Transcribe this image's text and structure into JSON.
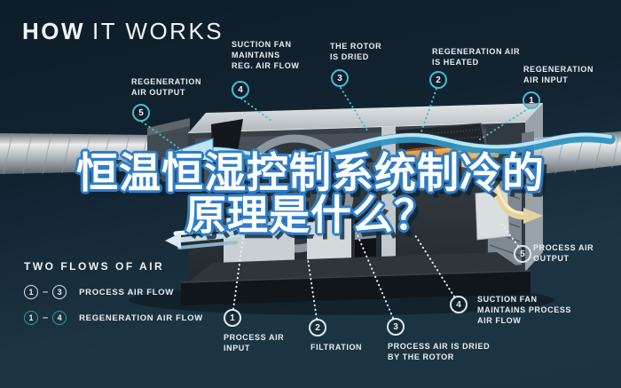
{
  "title": {
    "bold": "HOW",
    "light": "IT WORKS"
  },
  "overlay": {
    "line1": "恒温恒湿控制系统制冷的",
    "line2": "原理是什么？"
  },
  "legend": {
    "heading": "TWO FLOWS OF AIR",
    "rows": [
      {
        "from": "1",
        "to": "3",
        "label": "PROCESS AIR FLOW",
        "flow": "process"
      },
      {
        "from": "1",
        "to": "4",
        "label": "REGENERATION AIR FLOW",
        "flow": "regeneration"
      }
    ]
  },
  "callouts": [
    {
      "num": "5",
      "label": "REGENERATION\nAIR OUTPUT",
      "flow": "regeneration"
    },
    {
      "num": "4",
      "label": "SUCTION FAN\nMAINTAINS\nREG. AIR FLOW",
      "flow": "regeneration"
    },
    {
      "num": "3",
      "label": "THE ROTOR\nIS DRIED",
      "flow": "regeneration"
    },
    {
      "num": "2",
      "label": "REGENERATION AIR\nIS HEATED",
      "flow": "regeneration"
    },
    {
      "num": "1",
      "label": "REGENERATION\nAIR INPUT",
      "flow": "regeneration"
    },
    {
      "num": "1",
      "label": "PROCESS AIR\nINPUT",
      "flow": "process"
    },
    {
      "num": "2",
      "label": "FILTRATION",
      "flow": "process"
    },
    {
      "num": "3",
      "label": "PROCESS AIR IS DRIED\nBY THE ROTOR",
      "flow": "process"
    },
    {
      "num": "4",
      "label": "SUCTION FAN\nMAINTAINS PROCESS\nAIR FLOW",
      "flow": "process"
    },
    {
      "num": "5",
      "label": "PROCESS AIR\nOUTPUT",
      "flow": "process"
    }
  ],
  "colors": {
    "background_top": "#0e1d28",
    "background_bottom": "#1d3543",
    "accent_teal": "#46bcd1",
    "label_white": "#e9eef2",
    "overlay_fill": "#ffffff",
    "overlay_outline": "#2f7dc7",
    "heater_orange": "#f08a2a",
    "flow_blue": "#2e95c2",
    "flow_tan": "#e6d39e"
  }
}
